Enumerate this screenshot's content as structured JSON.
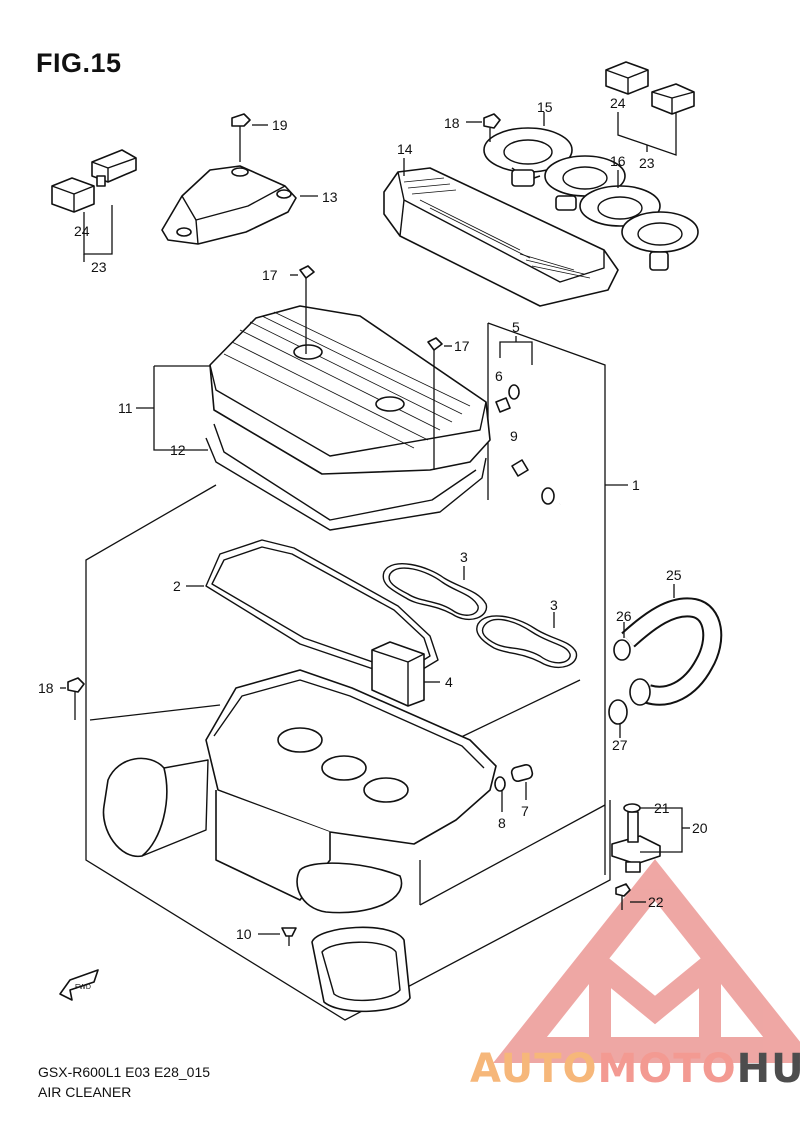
{
  "figure": {
    "title": "FIG.15"
  },
  "footer": {
    "model_code": "GSX-R600L1 E03 E28_015",
    "section_name": "AIR CLEANER"
  },
  "watermark": {
    "brand_part1": "AUTO",
    "brand_part2": "MOTO",
    "brand_part3": "HUB",
    "colors": {
      "auto": "#f6b77a",
      "moto": "#f39a92",
      "hub": "#4d4d4d",
      "logo": "#e98a86"
    }
  },
  "fwd_arrow": {
    "label": "FWD"
  },
  "callouts": {
    "c1": "1",
    "c2": "2",
    "c3a": "3",
    "c3b": "3",
    "c4": "4",
    "c5": "5",
    "c6": "6",
    "c7": "7",
    "c8": "8",
    "c9": "9",
    "c10": "10",
    "c11": "11",
    "c12": "12",
    "c13": "13",
    "c14": "14",
    "c15": "15",
    "c16": "16",
    "c17a": "17",
    "c17b": "17",
    "c18a": "18",
    "c18b": "18",
    "c19": "19",
    "c20": "20",
    "c21": "21",
    "c22": "22",
    "c23a": "23",
    "c23b": "23",
    "c24a": "24",
    "c24b": "24",
    "c25": "25",
    "c26": "26",
    "c27": "27"
  }
}
